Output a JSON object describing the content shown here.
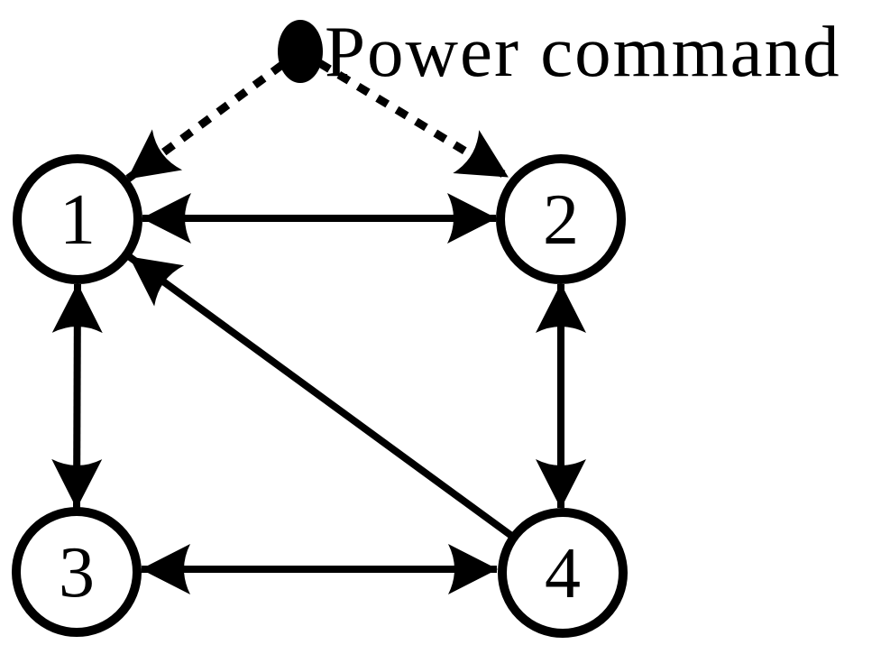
{
  "diagram": {
    "title": "Power command",
    "colors": {
      "ink": "#000000",
      "background": "#ffffff"
    },
    "power_source": {
      "label": "Power command",
      "shape": "filled-dot"
    },
    "nodes": [
      {
        "id": "1",
        "label": "1"
      },
      {
        "id": "2",
        "label": "2"
      },
      {
        "id": "3",
        "label": "3"
      },
      {
        "id": "4",
        "label": "4"
      }
    ],
    "edges": [
      {
        "from": "power-command",
        "to": "1",
        "style": "dashed",
        "directed": true,
        "bidirectional": false
      },
      {
        "from": "power-command",
        "to": "2",
        "style": "dashed",
        "directed": true,
        "bidirectional": false
      },
      {
        "from": "1",
        "to": "2",
        "style": "solid",
        "directed": true,
        "bidirectional": true
      },
      {
        "from": "1",
        "to": "3",
        "style": "solid",
        "directed": true,
        "bidirectional": true
      },
      {
        "from": "2",
        "to": "4",
        "style": "solid",
        "directed": true,
        "bidirectional": true
      },
      {
        "from": "3",
        "to": "4",
        "style": "solid",
        "directed": true,
        "bidirectional": true
      },
      {
        "from": "4",
        "to": "1",
        "style": "solid",
        "directed": true,
        "bidirectional": false
      }
    ]
  }
}
